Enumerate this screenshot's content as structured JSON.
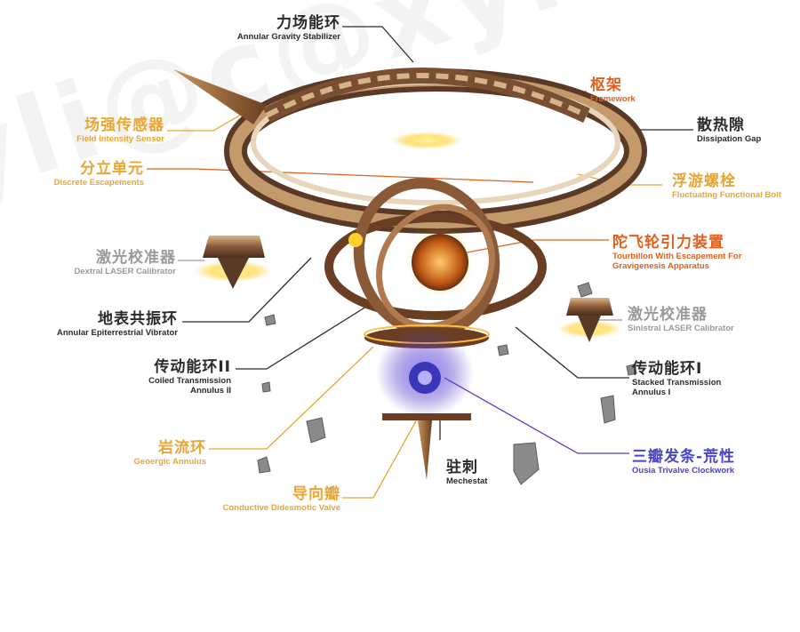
{
  "watermark": "xyli@c@xyli@c",
  "colors": {
    "dark": "#2b2b2b",
    "orange": "#e8a634",
    "red": "#e0611f",
    "gray": "#9a9a9a",
    "blue": "#4a45c8"
  },
  "labels": {
    "annular_gravity_stabilizer": {
      "zh": "力场能环",
      "en": "Annular Gravity Stabilizer"
    },
    "framework": {
      "zh": "枢架",
      "en": "Framework"
    },
    "dissipation_gap": {
      "zh": "散热隙",
      "en": "Dissipation Gap"
    },
    "fluctuating_bolt": {
      "zh": "浮游螺栓",
      "en": "Fluctuating Functional Bolt"
    },
    "tourbillon": {
      "zh": "陀飞轮引力装置",
      "en1": "Tourbillon With Escapement For",
      "en2": "Gravigenesis Apparatus"
    },
    "sinistral_laser": {
      "zh": "激光校准器",
      "en": "Sinistral LASER Calibrator"
    },
    "stacked_transmission": {
      "zh": "传动能环I",
      "en1": "Stacked Transmission",
      "en2": "Annulus I"
    },
    "ousia_clockwork": {
      "zh": "三瓣发条-荒性",
      "en": "Ousia Trivalve Clockwork"
    },
    "mechestat": {
      "zh": "驻刺",
      "en": "Mechestat"
    },
    "didesmotic_valve": {
      "zh": "导向瓣",
      "en": "Conductive Didesmotic Valve"
    },
    "geoergic_annulus": {
      "zh": "岩流环",
      "en": "Geoergic Annulus"
    },
    "coiled_transmission": {
      "zh": "传动能环II",
      "en1": "Coiled Transmission",
      "en2": "Annulus II"
    },
    "epiterrestrial_vibrator": {
      "zh": "地表共振环",
      "en": "Annular Epiterrestrial Vibrator"
    },
    "dextral_laser": {
      "zh": "激光校准器",
      "en": "Dextral LASER Calibrator"
    },
    "discrete_escapements": {
      "zh": "分立单元",
      "en": "Discrete Escapements"
    },
    "field_intensity_sensor": {
      "zh": "场强传感器",
      "en": "Field Intensity Sensor"
    }
  }
}
